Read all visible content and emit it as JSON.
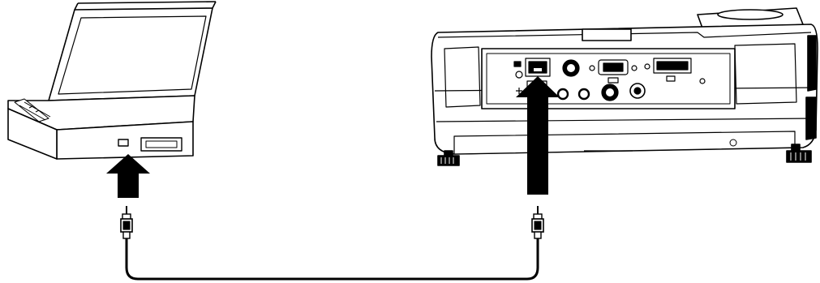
{
  "diagram": {
    "kind": "connection-illustration",
    "colors": {
      "ink": "#000000",
      "paper": "#ffffff",
      "shade": "#cfcfcf",
      "dark_shade": "#555555"
    },
    "laptop": {
      "icon": "laptop-icon",
      "port_icon": "audio-jack-icon"
    },
    "projector": {
      "icon": "projector-icon",
      "ports": [
        {
          "name": "network-port",
          "icon": "ethernet-icon"
        },
        {
          "name": "usb-port",
          "icon": "usb-icon"
        },
        {
          "name": "svideo-in",
          "icon": "svideo-icon"
        },
        {
          "name": "vga-port",
          "icon": "monitor-icon"
        },
        {
          "name": "dvi-port",
          "icon": "dvi-icon"
        },
        {
          "name": "audio-out",
          "icon": "audio-out-icon"
        },
        {
          "name": "audio-in",
          "icon": "audio-in-icon"
        },
        {
          "name": "svideo-out",
          "icon": "svideo-icon"
        },
        {
          "name": "composite-in",
          "icon": "rca-icon"
        }
      ]
    },
    "arrows": [
      {
        "name": "arrow-to-laptop",
        "direction": "up"
      },
      {
        "name": "arrow-to-projector",
        "direction": "up"
      }
    ],
    "cable": {
      "icon": "audio-cable-icon",
      "ends": 2
    }
  }
}
